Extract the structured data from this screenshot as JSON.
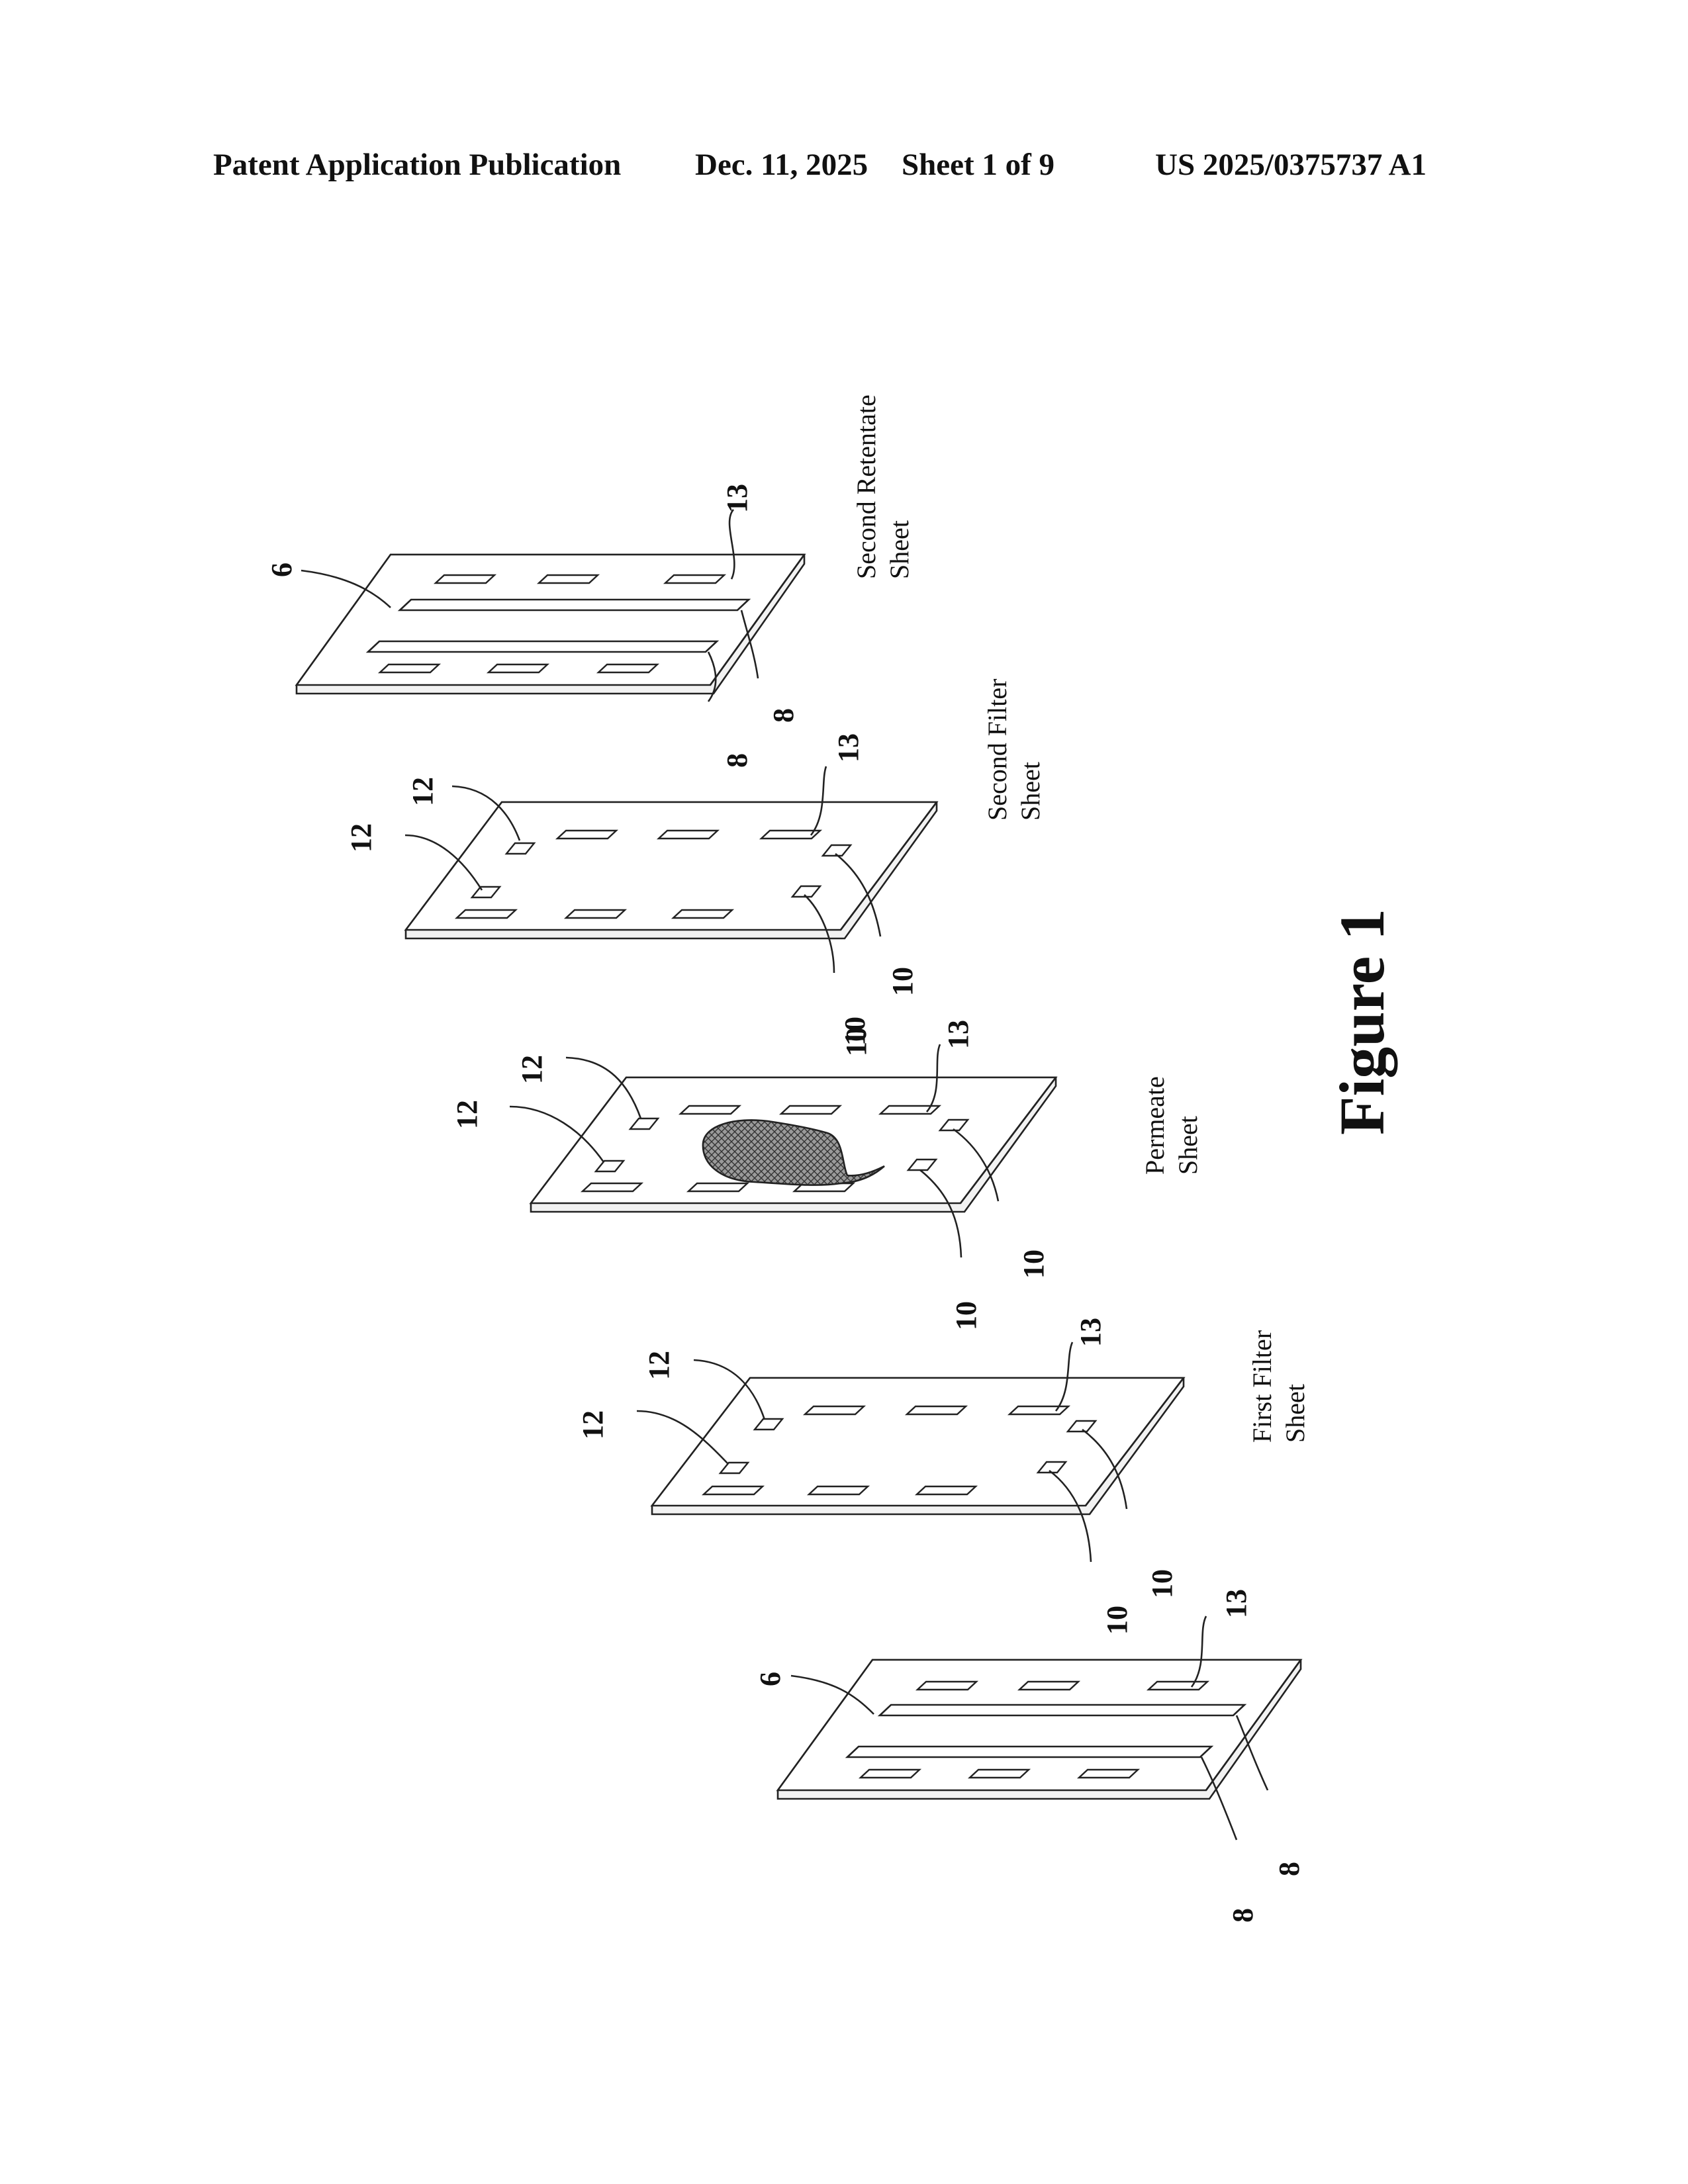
{
  "header": {
    "publication": "Patent Application Publication",
    "date": "Dec. 11, 2025",
    "sheet": "Sheet 1 of 9",
    "number": "US 2025/0375737 A1"
  },
  "figure_title": "Figure 1",
  "sheets": {
    "second_retentate": {
      "line1": "Second Retentate",
      "line2": "Sheet"
    },
    "second_filter": {
      "line1": "Second Filter",
      "line2": "Sheet"
    },
    "permeate": {
      "line1": "Permeate",
      "line2": "Sheet"
    },
    "first_filter": {
      "line1": "First Filter",
      "line2": "Sheet"
    }
  },
  "refs": {
    "r6": "6",
    "r8": "8",
    "r10": "10",
    "r12": "12",
    "r13": "13"
  }
}
